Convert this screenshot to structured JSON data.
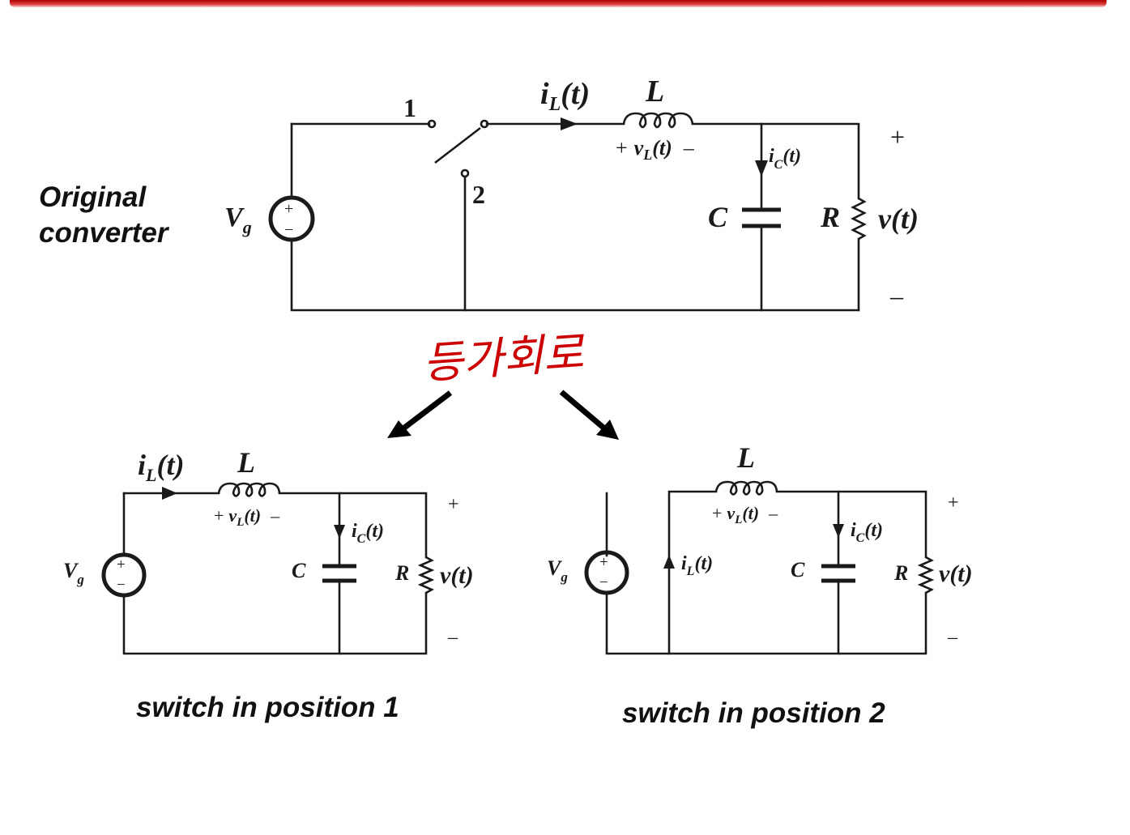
{
  "header": {
    "bar_color": "#c00000"
  },
  "original": {
    "label_line1": "Original",
    "label_line2": "converter",
    "switch_pos1": "1",
    "switch_pos2": "2",
    "source": "V",
    "source_sub": "g",
    "source_plus": "+",
    "source_minus": "−",
    "current_main": "i",
    "current_sub": "L",
    "current_arg": "(t)",
    "inductor": "L",
    "vl_plus": "+",
    "vl_main": "v",
    "vl_sub": "L",
    "vl_arg": "(t)",
    "vl_minus": "–",
    "ic_main": "i",
    "ic_sub": "C",
    "ic_arg": "(t)",
    "capacitor": "C",
    "resistor": "R",
    "vout": "v(t)",
    "out_plus": "+",
    "out_minus": "–"
  },
  "annotation": {
    "handwritten": "등가회로",
    "color": "#cc0000"
  },
  "position1": {
    "caption": "switch in position 1",
    "current_main": "i",
    "current_sub": "L",
    "current_arg": "(t)",
    "inductor": "L",
    "vl_plus": "+",
    "vl_main": "v",
    "vl_sub": "L",
    "vl_arg": "(t)",
    "vl_minus": "–",
    "ic_main": "i",
    "ic_sub": "C",
    "ic_arg": "(t)",
    "source": "V",
    "source_sub": "g",
    "source_plus": "+",
    "source_minus": "−",
    "capacitor": "C",
    "resistor": "R",
    "vout": "v(t)",
    "out_plus": "+",
    "out_minus": "–"
  },
  "position2": {
    "caption": "switch in position 2",
    "inductor": "L",
    "vl_plus": "+",
    "vl_main": "v",
    "vl_sub": "L",
    "vl_arg": "(t)",
    "vl_minus": "–",
    "ic_main": "i",
    "ic_sub": "C",
    "ic_arg": "(t)",
    "il_main": "i",
    "il_sub": "L",
    "il_arg": "(t)",
    "source": "V",
    "source_sub": "g",
    "source_plus": "+",
    "source_minus": "−",
    "capacitor": "C",
    "resistor": "R",
    "vout": "v(t)",
    "out_plus": "+",
    "out_minus": "–"
  }
}
